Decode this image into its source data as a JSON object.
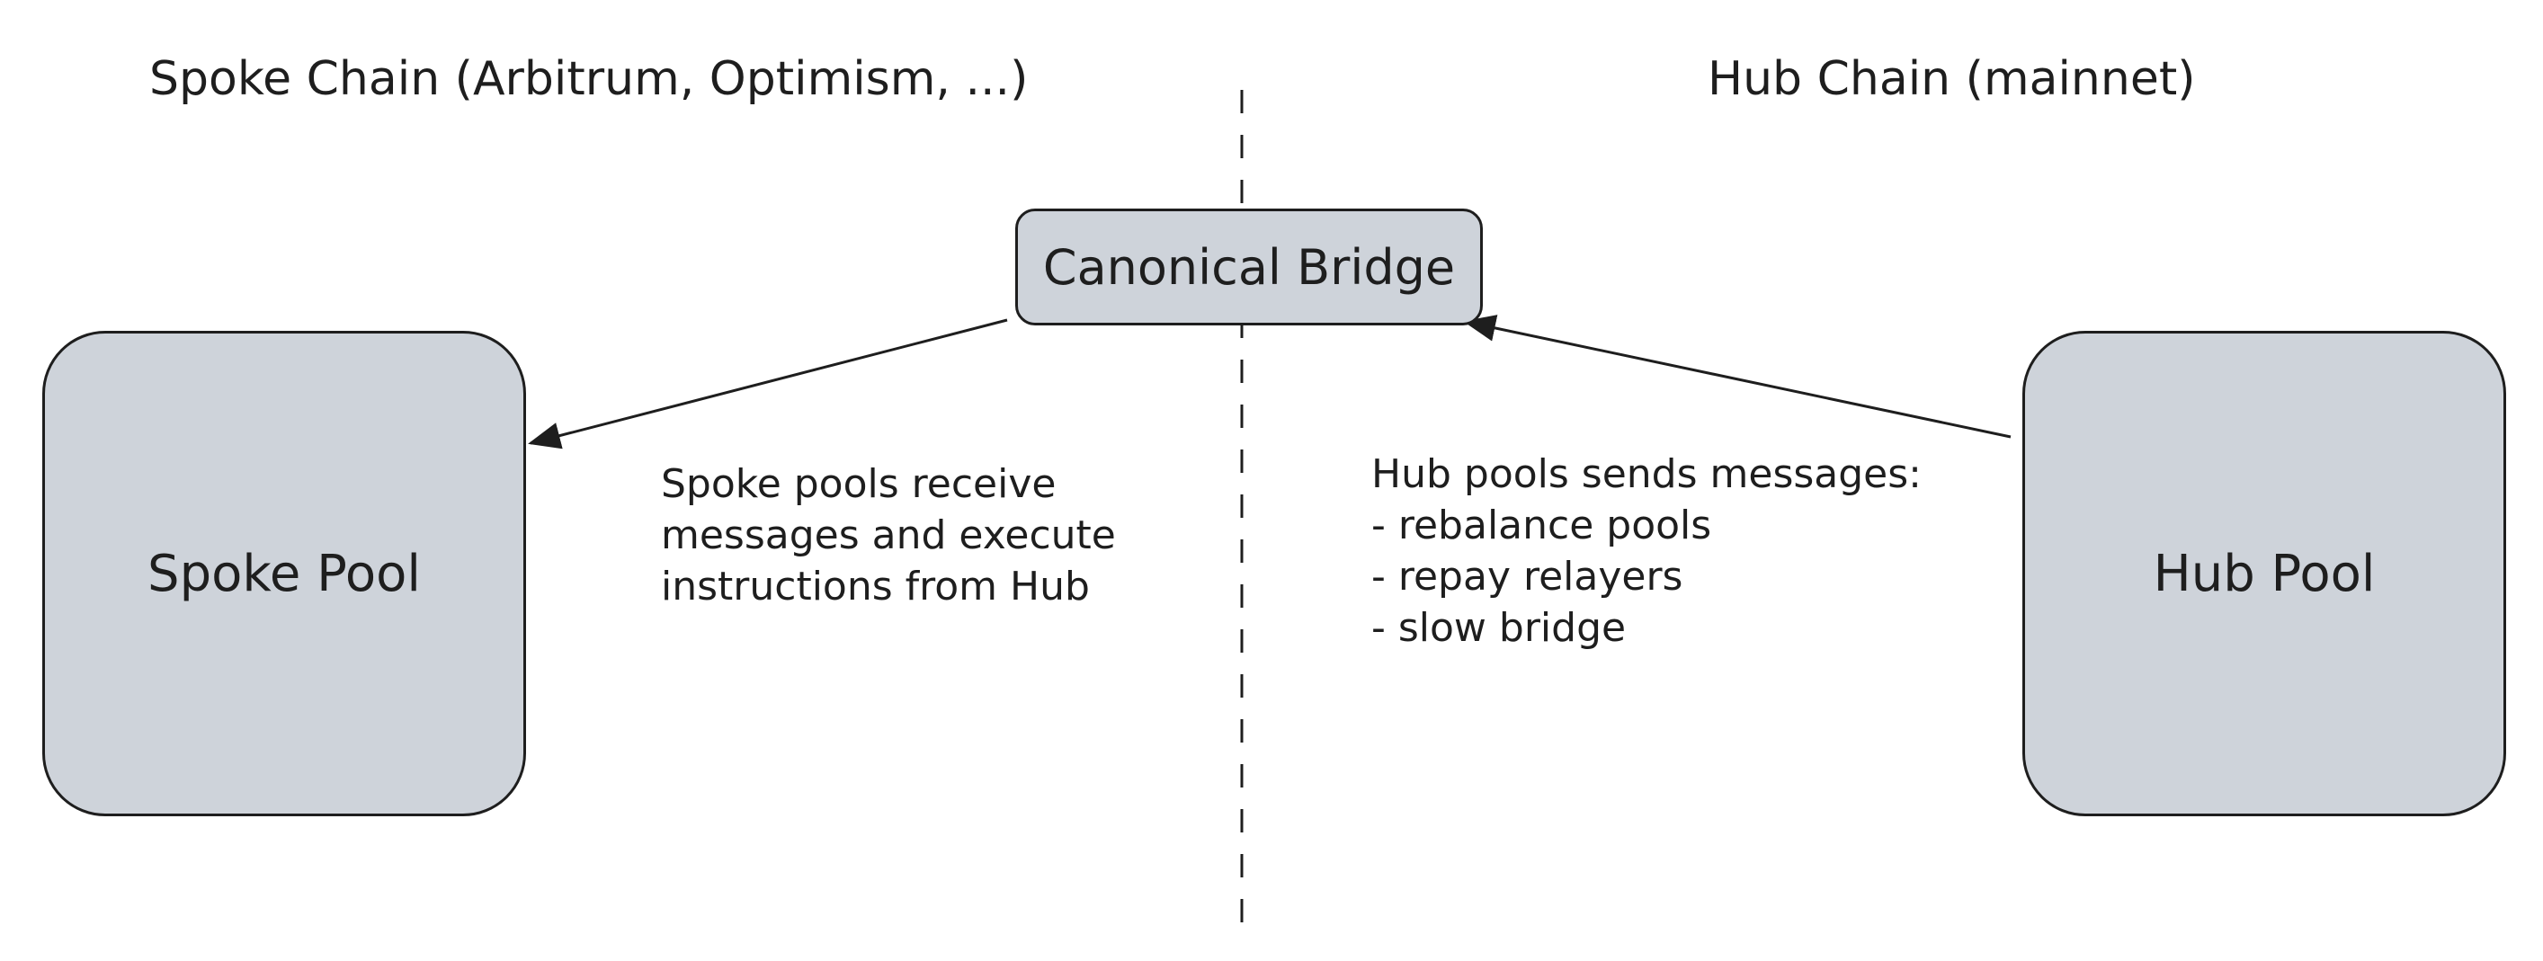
{
  "spoke_chain": {
    "title": "Spoke Chain (Arbitrum, Optimism, ...)"
  },
  "hub_chain": {
    "title": "Hub Chain (mainnet)"
  },
  "spoke_pool": {
    "label": "Spoke Pool"
  },
  "hub_pool": {
    "label": "Hub Pool"
  },
  "canonical_bridge": {
    "label": "Canonical Bridge"
  },
  "spoke_note": {
    "lines": [
      "Spoke pools receive",
      "messages and execute",
      "instructions from Hub"
    ]
  },
  "hub_note": {
    "lines": [
      "Hub pools sends messages:",
      "- rebalance pools",
      "- repay relayers",
      "- slow bridge"
    ]
  },
  "colors": {
    "box_fill": "#ced3da",
    "stroke": "#1e1e1e",
    "background": "#ffffff"
  }
}
